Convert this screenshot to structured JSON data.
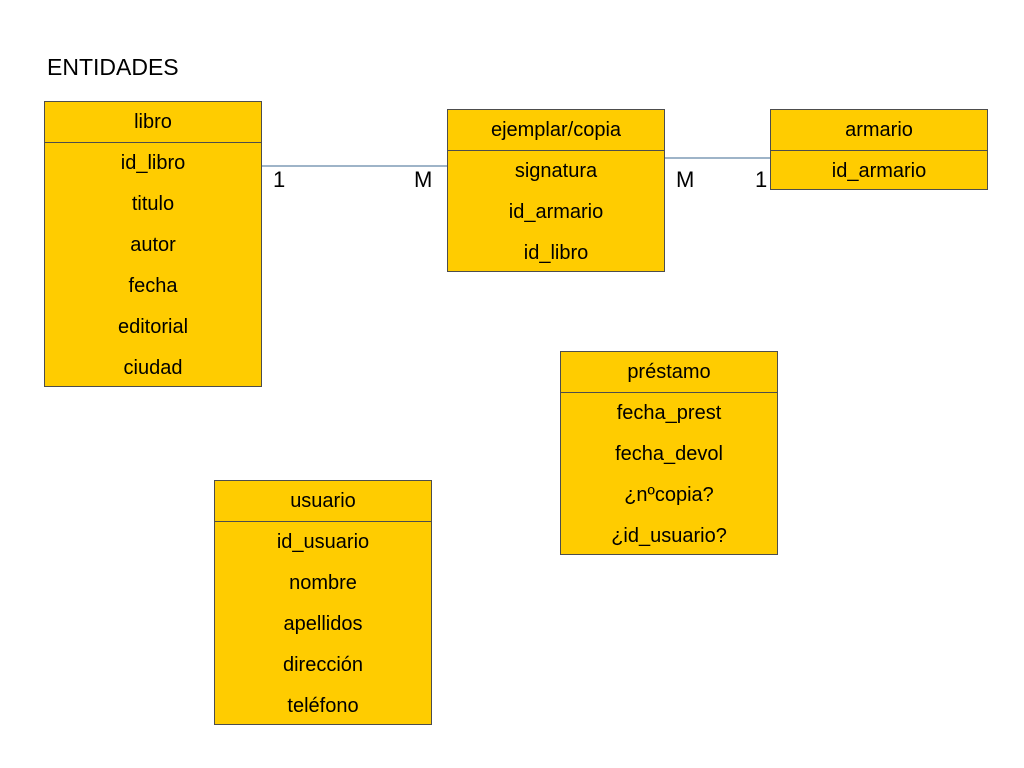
{
  "title": "ENTIDADES",
  "colors": {
    "entity_fill": "#FFCC00",
    "entity_border": "#4D4D4D",
    "relation_line": "#7F9BB5"
  },
  "entities": {
    "libro": {
      "name": "libro",
      "attributes": [
        "id_libro",
        "titulo",
        "autor",
        "fecha",
        "editorial",
        "ciudad"
      ]
    },
    "ejemplar": {
      "name": "ejemplar/copia",
      "attributes": [
        "signatura",
        "id_armario",
        "id_libro"
      ]
    },
    "armario": {
      "name": "armario",
      "attributes": [
        "id_armario"
      ]
    },
    "prestamo": {
      "name": "préstamo",
      "attributes": [
        "fecha_prest",
        "fecha_devol",
        "¿nºcopia?",
        "¿id_usuario?"
      ]
    },
    "usuario": {
      "name": "usuario",
      "attributes": [
        "id_usuario",
        "nombre",
        "apellidos",
        "dirección",
        "teléfono"
      ]
    }
  },
  "relationships": [
    {
      "from": "libro",
      "to": "ejemplar",
      "from_cardinality": "1",
      "to_cardinality": "M"
    },
    {
      "from": "ejemplar",
      "to": "armario",
      "from_cardinality": "M",
      "to_cardinality": "1"
    }
  ]
}
